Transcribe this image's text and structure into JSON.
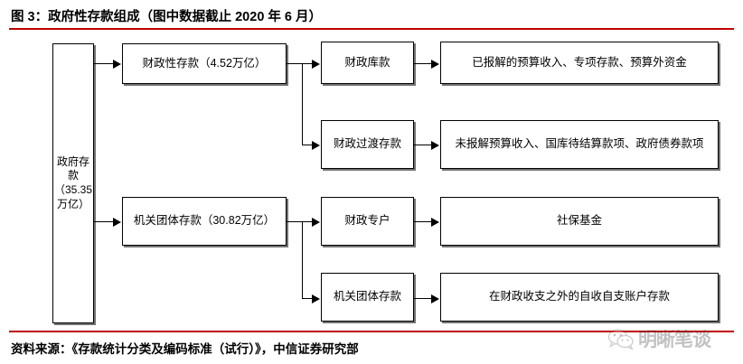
{
  "figure": {
    "title": "图 3：政府性存款组成（图中数据截止 2020 年 6 月）",
    "source": "资料来源：《存款统计分类及编码标准（试行）》，中信证券研究部",
    "rule_color": "#c00000",
    "box_border_color": "#000000",
    "background": "#ffffff"
  },
  "diagram": {
    "type": "flowchart",
    "root": {
      "label": "政府存\n款\n（35.35\n万亿）",
      "label_plain": "政府存款（35.35万亿）",
      "value": "35.35万亿"
    },
    "level2": [
      {
        "label": "财政性存款（4.52万亿）",
        "value": "4.52万亿"
      },
      {
        "label": "机关团体存款（30.82万亿）",
        "value": "30.82万亿"
      }
    ],
    "level3": [
      {
        "label": "财政库款"
      },
      {
        "label": "财政过渡存款"
      },
      {
        "label": "财政专户"
      },
      {
        "label": "机关团体存款"
      }
    ],
    "level4": [
      {
        "label": "已报解的预算收入、专项存款、预算外资金"
      },
      {
        "label": "未报解预算收入、国库待结算款项、政府债券款项"
      },
      {
        "label": "社保基金"
      },
      {
        "label": "在财政收支之外的自收自支账户存款"
      }
    ]
  },
  "watermark": {
    "text": "明晰笔谈",
    "logo": "wechat-logo"
  }
}
